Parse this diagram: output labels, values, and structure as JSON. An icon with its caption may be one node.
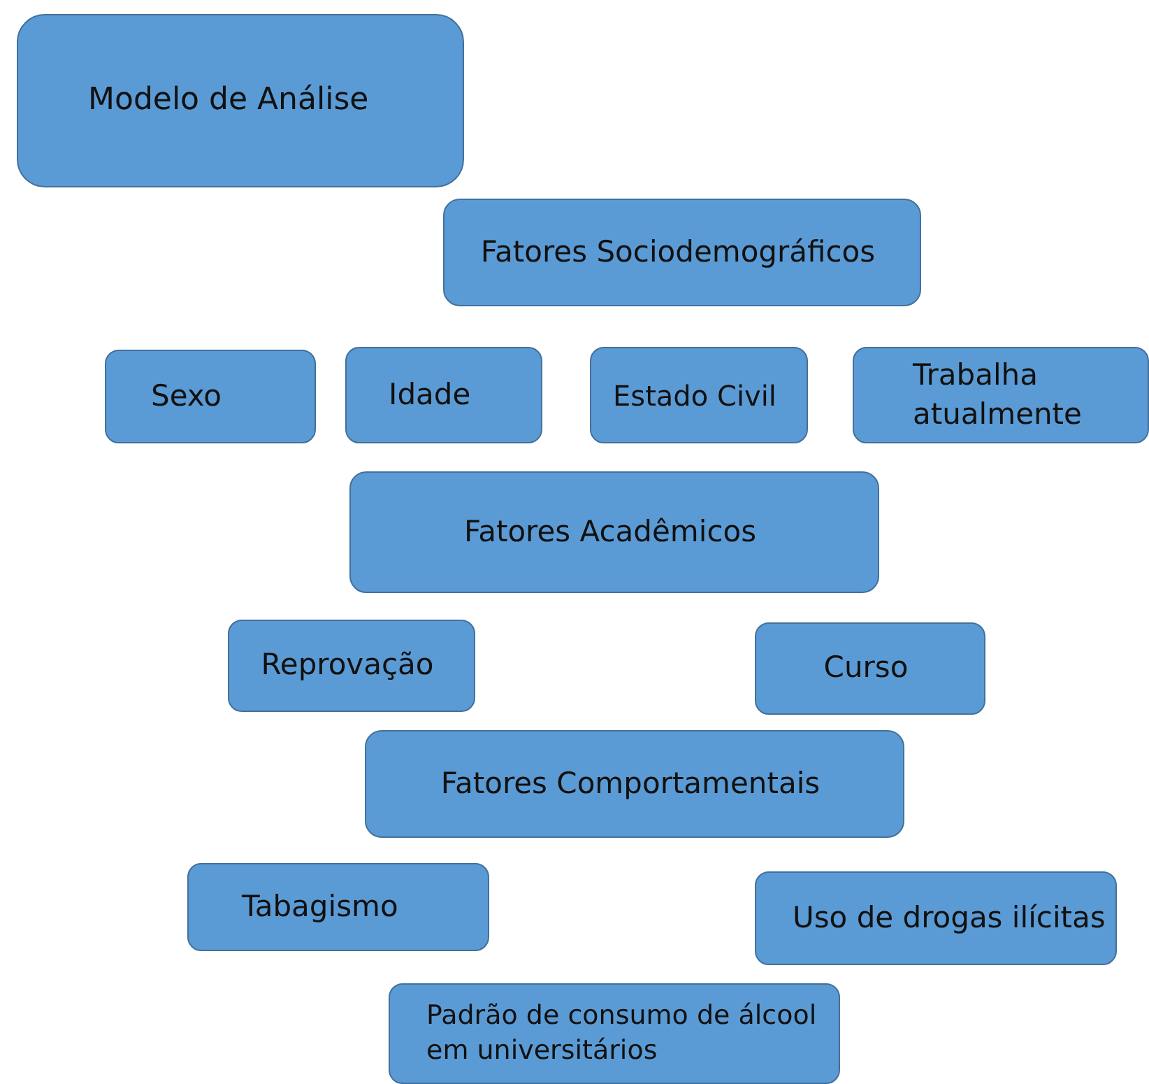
{
  "diagram": {
    "nodes": [
      {
        "text": [
          "Modelo de Análise"
        ]
      },
      {
        "text": [
          "Fatores Sociodemográficos"
        ]
      },
      {
        "text": [
          "Sexo"
        ]
      },
      {
        "text": [
          "Idade"
        ]
      },
      {
        "text": [
          "Estado Civil"
        ]
      },
      {
        "text": [
          "Trabalha atualmente"
        ]
      },
      {
        "text": [
          "Fatores Acadêmicos"
        ]
      },
      {
        "text": [
          "Reprovação"
        ]
      },
      {
        "text": [
          "Curso"
        ]
      },
      {
        "text": [
          "Fatores Comportamentais"
        ]
      },
      {
        "text": [
          "Tabagismo"
        ]
      },
      {
        "text": [
          "Uso de drogas ilícitas"
        ]
      },
      {
        "text": [
          "Padrão de consumo de álcool em universitários"
        ]
      }
    ]
  }
}
